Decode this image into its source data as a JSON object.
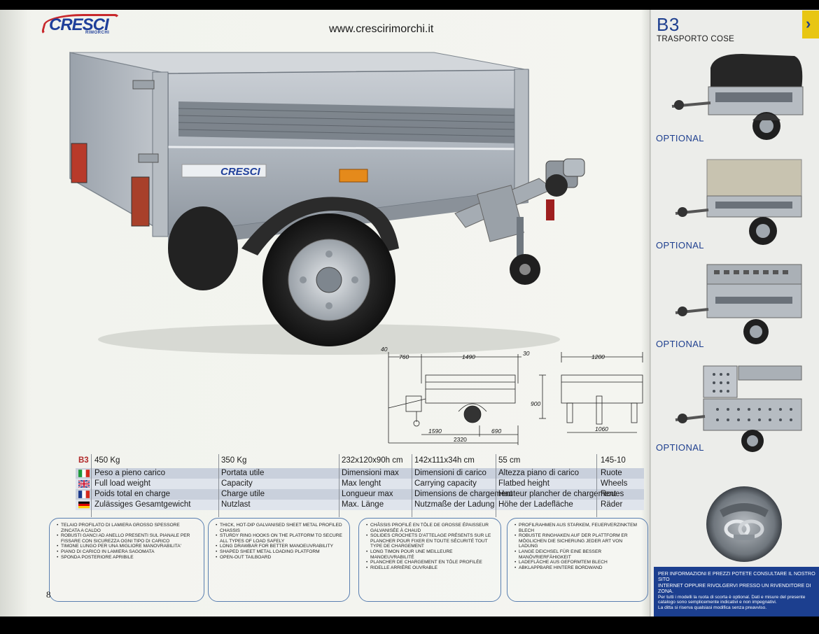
{
  "header": {
    "logo_text": "CRESCI",
    "logo_sub": "RIMORCHI",
    "website": "www.crescirimorchi.it"
  },
  "product": {
    "model": "B3",
    "category": "TRASPORTO COSE",
    "side_logo": "CRESCI"
  },
  "tech_drawing": {
    "dims_top": [
      "40",
      "760",
      "1490",
      "30",
      "1200"
    ],
    "dims_bottom": [
      "1590",
      "690",
      "2320",
      "1060"
    ],
    "height": "900"
  },
  "spec_table": {
    "header": {
      "model": "B3",
      "c1": "450 Kg",
      "c2": "350 Kg",
      "c3": "232x120x90h cm",
      "c4": "142x111x34h cm",
      "c5": "55 cm",
      "c6": "145-10"
    },
    "rows": [
      {
        "lang": "it",
        "c1": "Peso a pieno carico",
        "c2": "Portata utile",
        "c3": "Dimensioni max",
        "c4": "Dimensioni di carico",
        "c5": "Altezza piano di carico",
        "c6": "Ruote"
      },
      {
        "lang": "en",
        "c1": "Full load weight",
        "c2": "Capacity",
        "c3": "Max lenght",
        "c4": "Carrying capacity",
        "c5": "Flatbed height",
        "c6": "Wheels"
      },
      {
        "lang": "fr",
        "c1": "Poids total en charge",
        "c2": "Charge utile",
        "c3": "Longueur max",
        "c4": "Dimensions de chargement",
        "c5": "Hauteur plancher de chargement",
        "c6": "Roues"
      },
      {
        "lang": "de",
        "c1": "Zulässiges Gesamtgewicht",
        "c2": "Nutzlast",
        "c3": "Max. Länge",
        "c4": "Nutzmaße der Ladung",
        "c5": "Höhe der Ladefläche",
        "c6": "Räder"
      }
    ]
  },
  "features": {
    "it": [
      "Telaio profilato di lamiera grosso spessore zincata a caldo",
      "Robusti ganci ad anello presenti sul pianale per fissare con sicurezza ogni tipo di carico",
      "Timone lungo per una migliore manovrabilita'",
      "Piano di carico in lamiera sagomata",
      "Sponda posteriore apribile"
    ],
    "en": [
      "Thick, hot-dip galvanised sheet metal profiled chassis",
      "Sturdy ring hooks on the platform to secure all types of load safely",
      "Long drawbar for better manoeuvrability",
      "Shaped sheet metal loading platform",
      "Open-out tailboard"
    ],
    "fr": [
      "Châssis profilé en tôle de grosse épaisseur galvanisée à chaud",
      "Solides crochets d'attelage présents sur le plancher pour fixer en toute sécurité tout type de chargement",
      "Long timon pour une meilleure manoeuvrabilité",
      "Plancher de chargement en tôle profilée",
      "Ridelle arrière ouvrable"
    ],
    "de": [
      "Profilrahmen aus starkem, feuerverzinktem Blech",
      "Robuste Ringhaken auf der Plattform er möglichen die Sicherung jeder Art von Ladung",
      "Lange Deichsel für eine besser Manövrierfähigkeit",
      "Ladefläche aus geformtem Blech",
      "Abklappbare hintere Bordwand"
    ]
  },
  "page_number": "8",
  "optionals": [
    "OPTIONAL",
    "OPTIONAL",
    "OPTIONAL",
    "OPTIONAL"
  ],
  "info": {
    "line1": "Per informazioni e prezzi potete consultare il nostro sito",
    "line2": "internet oppure rivolgervi presso un rivenditore di zona.",
    "line3": "Per tutti i modelli la ruota di scorta è optional. Dati e misure del presente",
    "line4": "catalogo sono semplicemente indicativi e non impegnativi.",
    "line5": "La ditta si riserva qualsiasi modifica senza preavviso."
  },
  "colors": {
    "brand_blue": "#1e3f8f",
    "brand_red": "#c8282c",
    "nav_yellow": "#e8c613"
  }
}
